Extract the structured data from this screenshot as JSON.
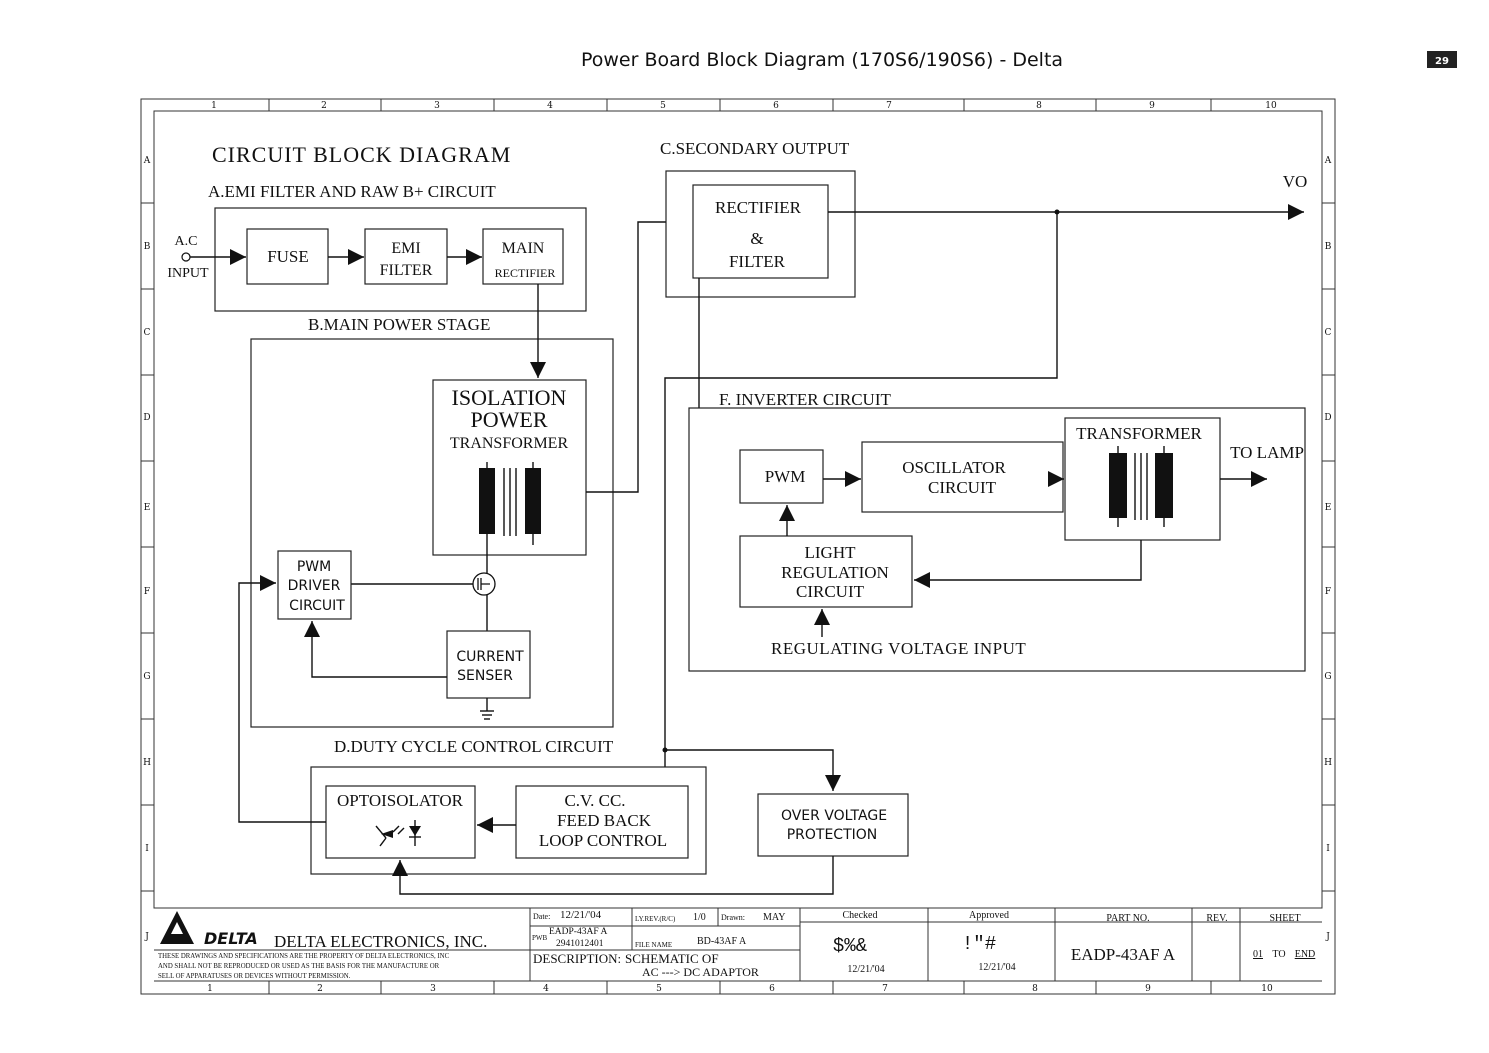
{
  "header": {
    "title": "Power Board Block Diagram (170S6/190S6) - Delta",
    "page_number": "29"
  },
  "grid": {
    "columns": [
      "1",
      "2",
      "3",
      "4",
      "5",
      "6",
      "7",
      "8",
      "9",
      "10"
    ],
    "rows": [
      "A",
      "B",
      "C",
      "D",
      "E",
      "F",
      "G",
      "H",
      "I",
      "J"
    ]
  },
  "diagram": {
    "title": "CIRCUIT   BLOCK   DIAGRAM",
    "sections": {
      "emi": "A.EMI FILTER AND RAW B+ CIRCUIT",
      "main_power": "B.MAIN POWER STAGE",
      "secondary": "C.SECONDARY OUTPUT",
      "duty": "D.DUTY CYCLE CONTROL CIRCUIT",
      "inverter": "F. INVERTER   CIRCUIT"
    },
    "labels": {
      "ac": "A.C",
      "input": "INPUT",
      "vo": "VO",
      "to_lamp": "TO LAMP",
      "regulating": "REGULATING  VOLTAGE   INPUT"
    },
    "blocks": {
      "fuse": [
        "FUSE"
      ],
      "emi_filter": [
        "EMI",
        "FILTER"
      ],
      "main_rectifier": [
        "MAIN",
        "RECTIFIER"
      ],
      "isolation": [
        "ISOLATION",
        "POWER",
        "TRANSFORMER"
      ],
      "pwm_driver": [
        "PWM",
        "DRIVER",
        "CIRCUIT"
      ],
      "current_senser": [
        "CURRENT",
        "SENSER"
      ],
      "rectifier_filter": [
        "RECTIFIER",
        "&",
        "FILTER"
      ],
      "pwm": [
        "PWM"
      ],
      "oscillator": [
        "OSCILLATOR",
        "CIRCUIT"
      ],
      "transformer": [
        "TRANSFORMER"
      ],
      "light_reg": [
        "LIGHT",
        "REGULATION",
        "CIRCUIT"
      ],
      "optoisolator": [
        "OPTOISOLATOR"
      ],
      "feedback": [
        "C.V.  CC.",
        "FEED BACK",
        "LOOP CONTROL"
      ],
      "ovp": [
        "OVER VOLTAGE",
        "PROTECTION"
      ]
    }
  },
  "title_block": {
    "company": "DELTA ELECTRONICS, INC.",
    "logo_text": "DELTA",
    "disclaimer": [
      "THESE DRAWINGS AND SPECIFICATIONS ARE THE PROPERTY OF DELTA ELECTRONICS, INC",
      "AND SHALL NOT BE REPRODUCED OR USED AS THE BASIS FOR THE MANUFACTURE OR",
      "SELL OF APPARATUSES OR DEVICES WITHOUT PERMISSION."
    ],
    "date_label": "Date:",
    "date_value": "12/21/'04",
    "ly_rev_label": "LY.REV.(R/C)",
    "ly_rev_value": "1/0",
    "drawn_label": "Drawn:",
    "drawn_value": "MAY",
    "pwb_label": "PWB",
    "pwb_value": [
      "EADP-43AF A",
      "2941012401"
    ],
    "file_label": "FILE NAME",
    "file_value": "BD-43AF A",
    "description_label": "DESCRIPTION:",
    "description_value": [
      "SCHEMATIC OF",
      "AC ---> DC  ADAPTOR"
    ],
    "checked_label": "Checked",
    "checked_sig": "$%&",
    "checked_date": "12/21/'04",
    "approved_label": "Approved",
    "approved_sig": "!\"#",
    "approved_date": "12/21/'04",
    "part_no_label": "PART NO.",
    "part_no_value": "EADP-43AF A",
    "rev_label": "REV.",
    "sheet_label": "SHEET",
    "sheet_value": [
      "01",
      "TO",
      "END"
    ]
  }
}
